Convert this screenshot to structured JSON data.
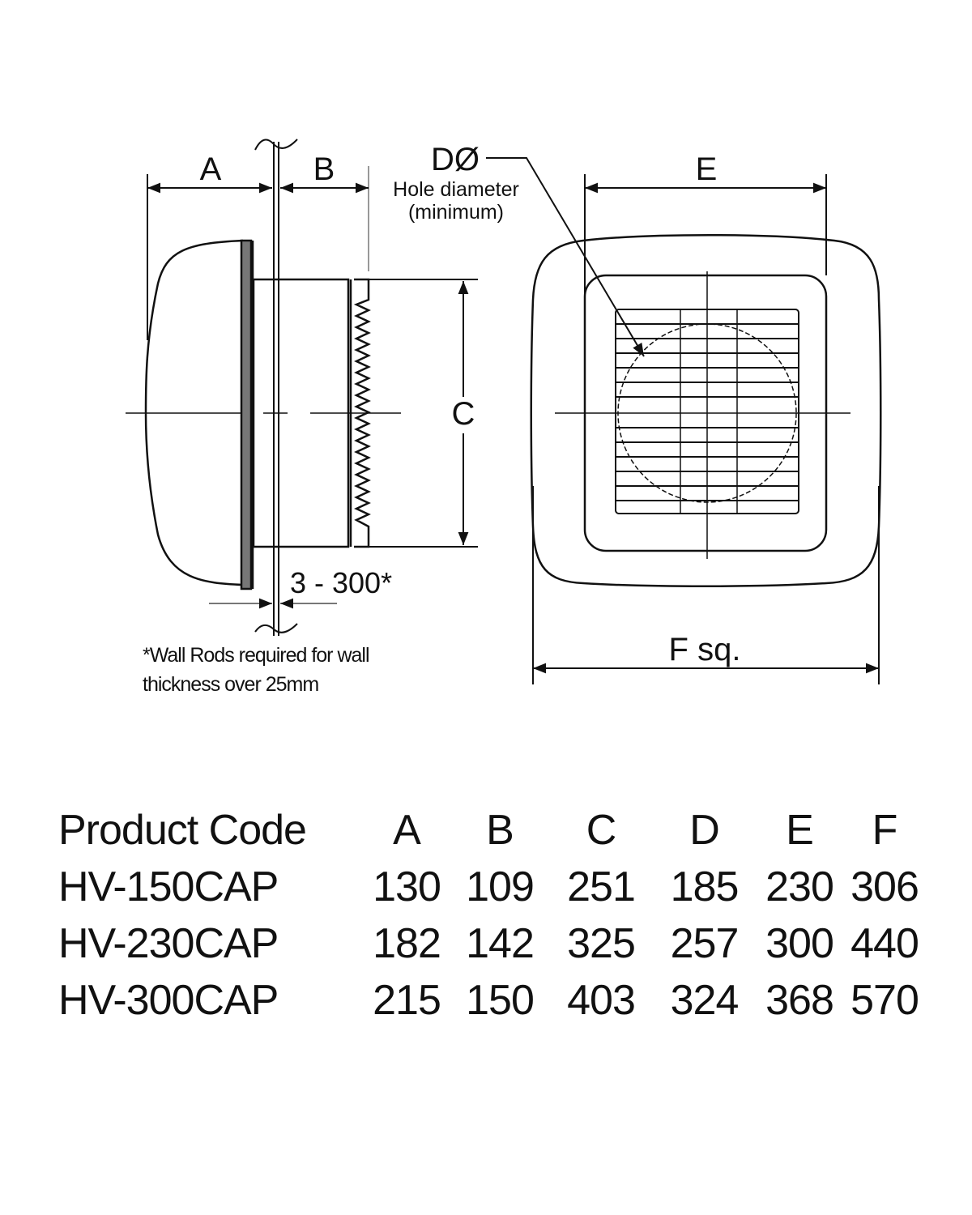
{
  "diagram": {
    "labels": {
      "A": "A",
      "B": "B",
      "C": "C",
      "D": "DØ",
      "D_note_1": "Hole diameter",
      "D_note_2": "(minimum)",
      "E": "E",
      "F": "F sq.",
      "wall_range": "3 - 300*",
      "footnote_1": "*Wall Rods required for wall",
      "footnote_2": "thickness over 25mm"
    }
  },
  "table": {
    "headers": [
      "Product Code",
      "A",
      "B",
      "C",
      "D",
      "E",
      "F"
    ],
    "rows": [
      [
        "HV-150CAP",
        "130",
        "109",
        "251",
        "185",
        "230",
        "306"
      ],
      [
        "HV-230CAP",
        "182",
        "142",
        "325",
        "257",
        "300",
        "440"
      ],
      [
        "HV-300CAP",
        "215",
        "150",
        "403",
        "324",
        "368",
        "570"
      ]
    ]
  }
}
